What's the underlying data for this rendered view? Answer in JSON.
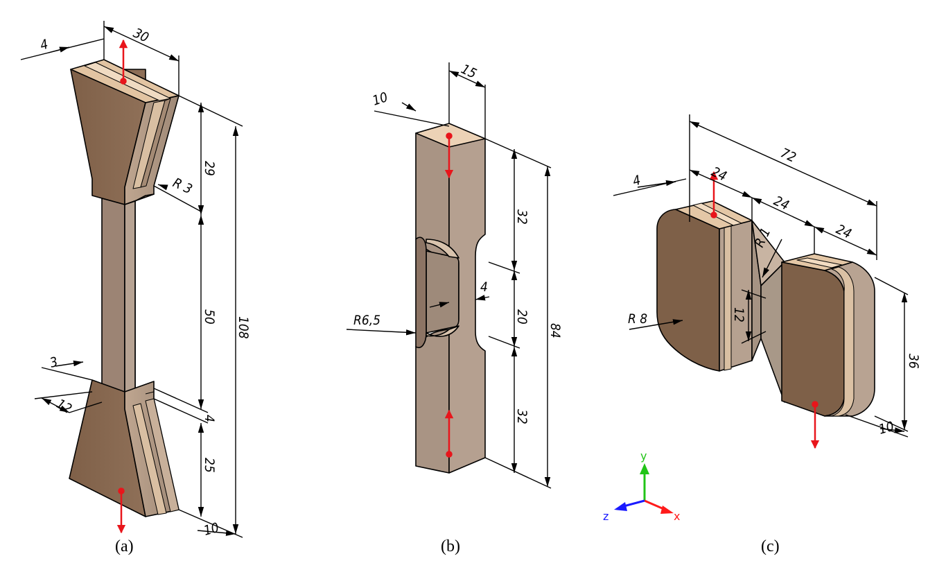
{
  "figure": {
    "panels": [
      {
        "caption": "(a)",
        "dimensions": {
          "top_width": "30",
          "top_thickness": "4",
          "upper_taper": "29",
          "fillet": "R 3",
          "gauge_length": "50",
          "total_length": "108",
          "neck_step": "4",
          "lower_taper": "25",
          "gauge_thickness": "3",
          "gauge_width": "12",
          "bottom_depth": "10"
        }
      },
      {
        "caption": "(b)",
        "dimensions": {
          "width": "15",
          "depth": "10",
          "shoulder_top": "32",
          "gauge_length": "20",
          "shoulder_bottom": "32",
          "total_length": "84",
          "gauge_width": "4",
          "notch_radius": "R6,5"
        }
      },
      {
        "caption": "(c)",
        "dimensions": {
          "total_length": "72",
          "left_block": "24",
          "middle": "24",
          "right_block": "24",
          "thickness": "4",
          "fillet": "R 1",
          "corner_radius": "R 8",
          "neck": "12",
          "height": "36",
          "depth": "10"
        }
      }
    ],
    "axes": {
      "x_label": "x",
      "y_label": "y",
      "z_label": "z"
    },
    "colors": {
      "body": "#8b6a4e",
      "body_light": "#b79878",
      "face_side": "#a69484",
      "top": "#e7c9a8",
      "arrow": "#e8151b",
      "axis_x": "#ff1a1a",
      "axis_y": "#21c417",
      "axis_z": "#1a1aff"
    }
  }
}
